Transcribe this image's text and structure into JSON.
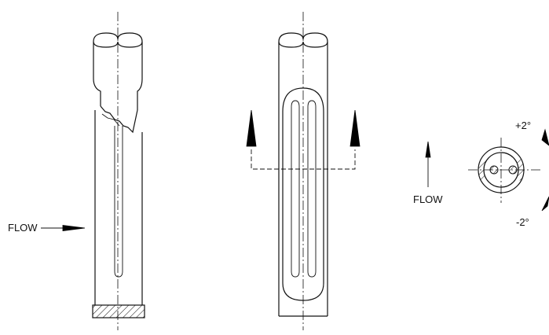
{
  "labels": {
    "flow_left": "FLOW",
    "flow_right": "FLOW",
    "angle_plus": "+2°",
    "angle_minus": "-2°"
  },
  "colors": {
    "line": "#111111",
    "background": "#ffffff"
  }
}
